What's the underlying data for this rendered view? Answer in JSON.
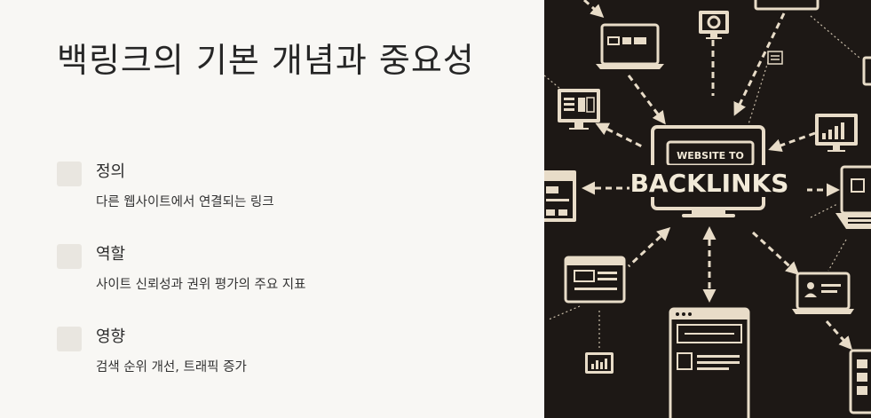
{
  "slide": {
    "title": "백링크의 기본 개념과 중요성",
    "items": [
      {
        "heading": "정의",
        "description": "다른 웹사이트에서 연결되는 링크"
      },
      {
        "heading": "역할",
        "description": "사이트 신뢰성과 권위 평가의 주요 지표"
      },
      {
        "heading": "영향",
        "description": "검색 순위 개선, 트래픽 증가"
      }
    ]
  },
  "illustration": {
    "label_top": "WEBSITE TO",
    "label_main": "BACKLINKS",
    "colors": {
      "background": "#1d1815",
      "line": "#e8dcc8"
    }
  }
}
